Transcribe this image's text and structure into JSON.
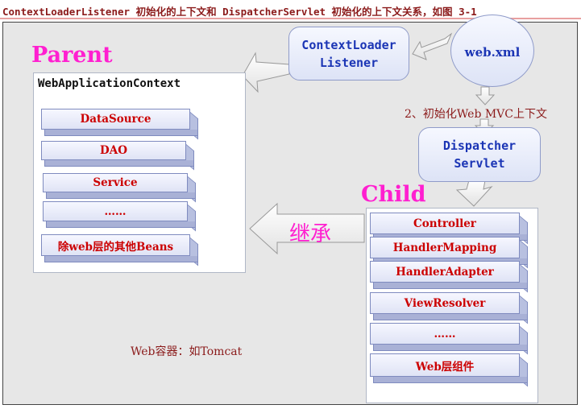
{
  "caption": "ContextLoaderListener 初始化的上下文和 DispatcherServlet 初始化的上下文关系，如图 3-1",
  "parent": {
    "label": "Parent",
    "context_title": "WebApplicationContext",
    "beans": [
      "DataSource",
      "DAO",
      "Service",
      "……",
      "除web层的其他Beans"
    ]
  },
  "child": {
    "label": "Child",
    "beans": [
      "Controller",
      "HandlerMapping",
      "HandlerAdapter",
      "ViewResolver",
      "……",
      "Web层组件"
    ]
  },
  "context_loader_listener": {
    "line1": "ContextLoader",
    "line2": "Listener"
  },
  "web_xml": "web.xml",
  "dispatcher_servlet": {
    "line1": "Dispatcher",
    "line2": "Servlet"
  },
  "step2": "2、初始化Web MVC上下文",
  "inherit_label": "继承",
  "container_note": "Web容器：如Tomcat",
  "colors": {
    "accent_magenta": "#ff1fd0",
    "bean_text": "#cc0000",
    "node_text": "#1b35b5",
    "note_text": "#8b1a1a"
  }
}
